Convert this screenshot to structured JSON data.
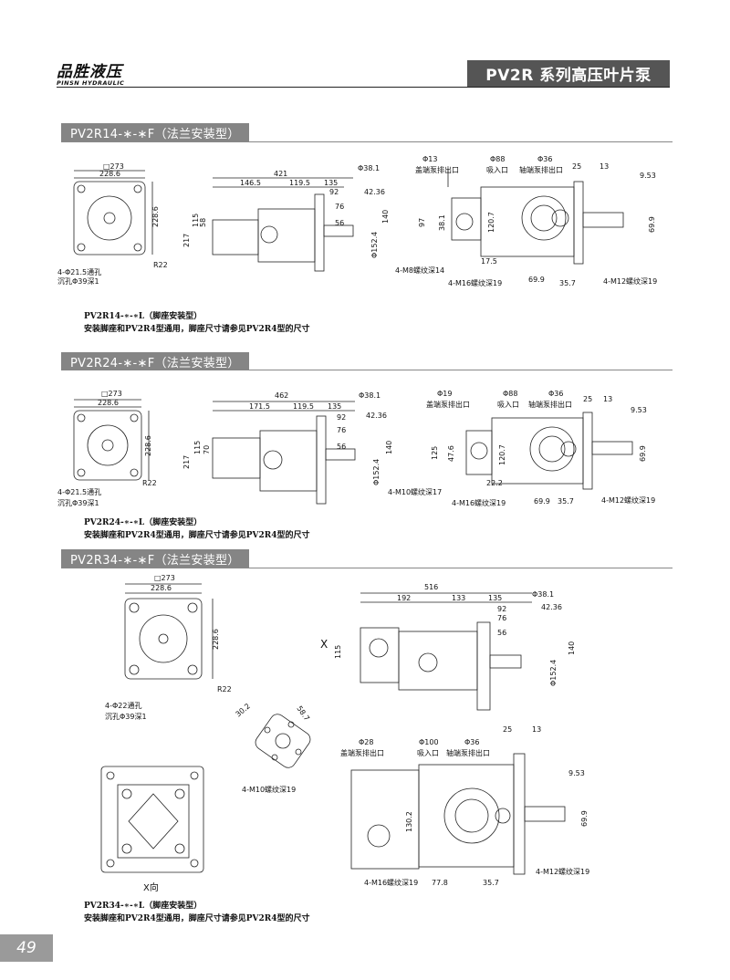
{
  "header": {
    "brand_name": "品胜液压",
    "brand_sub": "PINSN HYDRAULIC",
    "series_title": "PV2R 系列高压叶片泵"
  },
  "sections": [
    {
      "title": "PV2R14-∗-∗F（法兰安装型）",
      "front": {
        "square": "□273",
        "width": "228.6",
        "side": "228.6",
        "radius": "R22",
        "hole1": "4-Φ21.5通孔",
        "hole2": "沉孔Φ39深1"
      },
      "side": {
        "len": "421",
        "d1": "146.5",
        "d2": "119.5",
        "d3": "135",
        "d4": "92",
        "d5": "76",
        "d6": "56",
        "h1": "217",
        "h2": "115",
        "h3": "58",
        "dia_a": "Φ38.1",
        "dia_b": "42.36",
        "dia_c": "Φ152.4",
        "dia_d": "140"
      },
      "end": {
        "p1": "Φ13",
        "p1_label": "盖端泵排出口",
        "p2": "Φ88",
        "p2_label": "吸入口",
        "p3": "Φ36",
        "p3_label": "轴端泵排出口",
        "d25": "25",
        "d13": "13",
        "key": "9.53",
        "h97": "97",
        "h38": "38.1",
        "h120": "120.7",
        "h17": "17.5",
        "h69": "69.9",
        "w69": "69.9",
        "w35": "35.7",
        "t1": "4-M8螺纹深14",
        "t2": "4-M16螺纹深19",
        "t3": "4-M12螺纹深19"
      },
      "note1": "PV2R14-∗-∗L（脚座安装型）",
      "note2": "安装脚座和PV2R4型通用，脚座尺寸请参见PV2R4型的尺寸"
    },
    {
      "title": "PV2R24-∗-∗F（法兰安装型）",
      "front": {
        "square": "□273",
        "width": "228.6",
        "side": "228.6",
        "radius": "R22",
        "hole1": "4-Φ21.5通孔",
        "hole2": "沉孔Φ39深1"
      },
      "side": {
        "len": "462",
        "d1": "171.5",
        "d2": "119.5",
        "d3": "135",
        "d4": "92",
        "d5": "76",
        "d6": "56",
        "h1": "217",
        "h2": "115",
        "h3": "70",
        "dia_a": "Φ38.1",
        "dia_b": "42.36",
        "dia_c": "Φ152.4",
        "dia_d": "140"
      },
      "end": {
        "p1": "Φ19",
        "p1_label": "盖端泵排出口",
        "p2": "Φ88",
        "p2_label": "吸入口",
        "p3": "Φ36",
        "p3_label": "轴端泵排出口",
        "d25": "25",
        "d13": "13",
        "key": "9.53",
        "h97": "125",
        "h38": "47.6",
        "h120": "120.7",
        "h17": "22.2",
        "h69": "69.9",
        "w69": "69.9",
        "w35": "35.7",
        "t1": "4-M10螺纹深17",
        "t2": "4-M16螺纹深19",
        "t3": "4-M12螺纹深19"
      },
      "note1": "PV2R24-∗-∗L（脚座安装型）",
      "note2": "安装脚座和PV2R4型通用，脚座尺寸请参见PV2R4型的尺寸"
    },
    {
      "title": "PV2R34-∗-∗F（法兰安装型）",
      "front": {
        "square": "□273",
        "width": "228.6",
        "side": "228.6",
        "radius": "R22",
        "hole1": "4-Φ22通孔",
        "hole2": "沉孔Φ39深1"
      },
      "side": {
        "len": "516",
        "d1": "192",
        "d2": "133",
        "d3": "135",
        "d4": "92",
        "d5": "76",
        "d6": "56",
        "h2": "115",
        "x_label": "X",
        "dia_a": "Φ38.1",
        "dia_b": "42.36",
        "dia_c": "Φ152.4",
        "dia_d": "140"
      },
      "flange": {
        "a": "30.2",
        "b": "58.7",
        "tap": "4-M10螺纹深19"
      },
      "xview": "X向",
      "end": {
        "p1": "Φ28",
        "p1_label": "盖端泵排出口",
        "p2": "Φ100",
        "p2_label": "吸入口",
        "p3": "Φ36",
        "p3_label": "轴端泵排出口",
        "d25": "25",
        "d13": "13",
        "key": "9.53",
        "h130": "130.2",
        "h69": "69.9",
        "w77": "77.8",
        "w35": "35.7",
        "t2": "4-M16螺纹深19",
        "t3": "4-M12螺纹深19"
      },
      "note1": "PV2R34-∗-∗L（脚座安装型）",
      "note2": "安装脚座和PV2R4型通用，脚座尺寸请参见PV2R4型的尺寸"
    }
  ],
  "page_number": "49"
}
